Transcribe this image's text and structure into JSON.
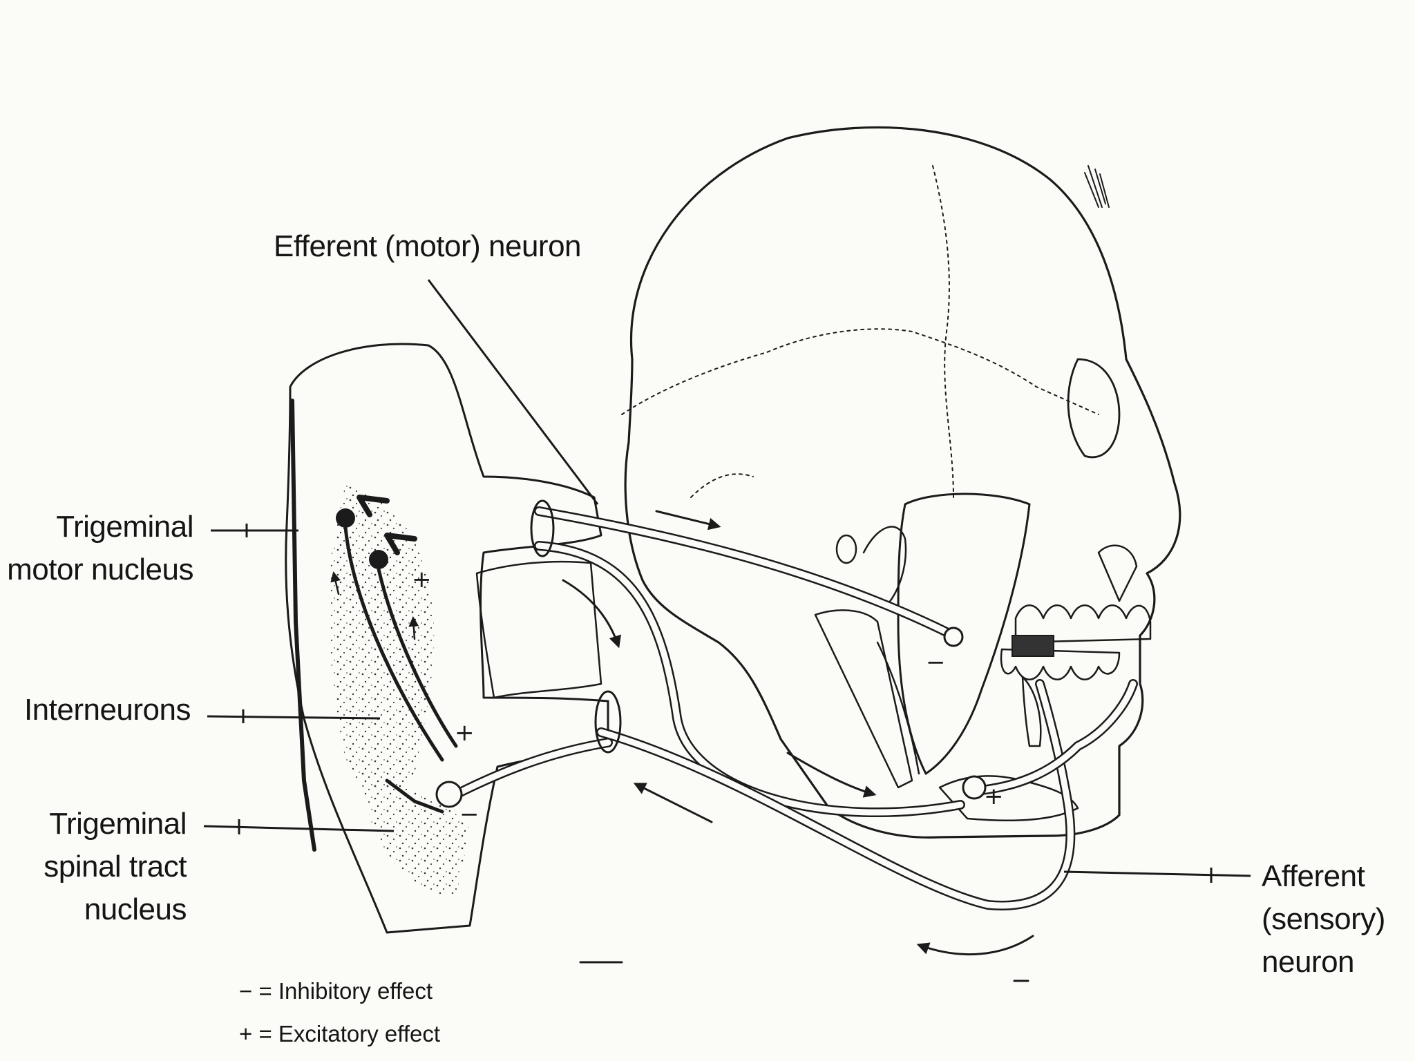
{
  "labels": {
    "efferent": "Efferent (motor) neuron",
    "motor_nucleus": [
      "Trigeminal",
      "motor nucleus"
    ],
    "interneurons": "Interneurons",
    "spinal_tract": [
      "Trigeminal",
      "spinal tract",
      "nucleus"
    ],
    "afferent": [
      "Afferent",
      "(sensory)",
      "neuron"
    ]
  },
  "legend": {
    "inhibitory": "− = Inhibitory effect",
    "excitatory": "+ = Excitatory effect"
  },
  "colors": {
    "ink": "#1b1b1b",
    "paper": "#fbfbf8"
  }
}
